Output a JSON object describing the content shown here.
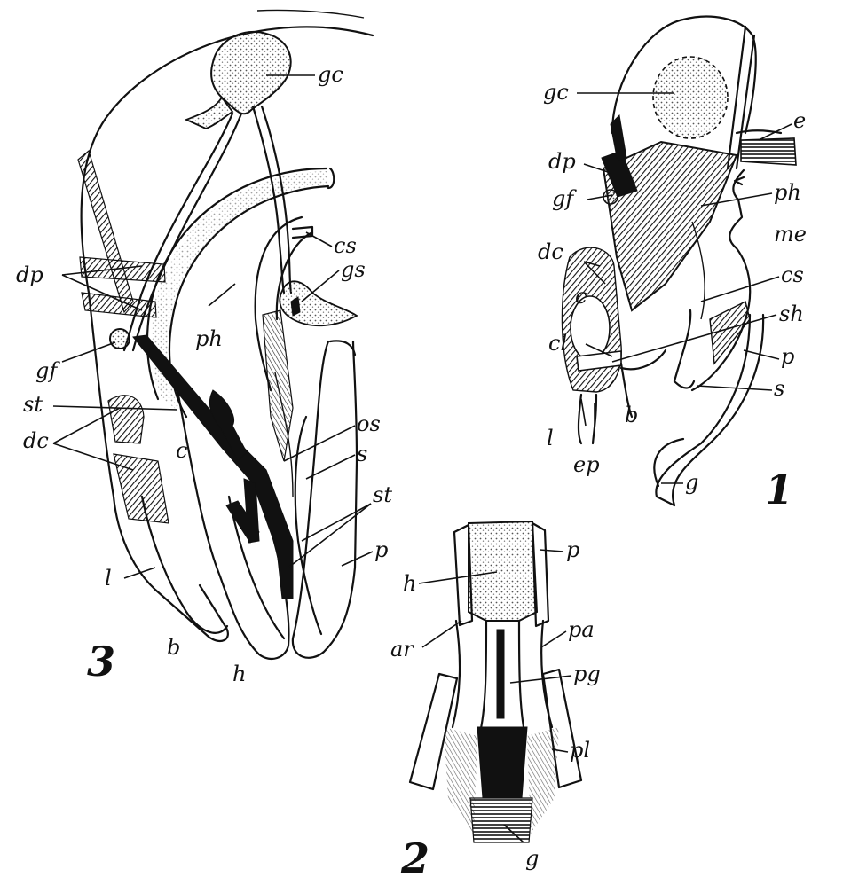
{
  "figures": {
    "fig1": {
      "number": "1",
      "labels": {
        "gc": "gc",
        "e": "e",
        "dp": "dp",
        "gf": "gf",
        "ph": "ph",
        "me": "me",
        "dc": "dc",
        "c": "c",
        "cs": "cs",
        "cl": "cl",
        "sh": "sh",
        "p": "p",
        "s": "s",
        "b": "b",
        "l": "l",
        "ep": "ep",
        "g": "g"
      }
    },
    "fig2": {
      "number": "2",
      "labels": {
        "p": "p",
        "h": "h",
        "pa": "pa",
        "ar": "ar",
        "pg": "pg",
        "pl": "pl",
        "g": "g"
      }
    },
    "fig3": {
      "number": "3",
      "labels": {
        "gc": "gc",
        "cs": "cs",
        "gs": "gs",
        "dp": "dp",
        "ph": "ph",
        "gf": "gf",
        "st_left": "st",
        "dc": "dc",
        "c": "c",
        "os": "os",
        "s": "s",
        "st_right": "st",
        "p": "p",
        "l": "l",
        "b": "b",
        "h": "h"
      }
    }
  },
  "colors": {
    "ink": "#111111",
    "paper": "#ffffff",
    "stipple": "#9a9a9a"
  }
}
